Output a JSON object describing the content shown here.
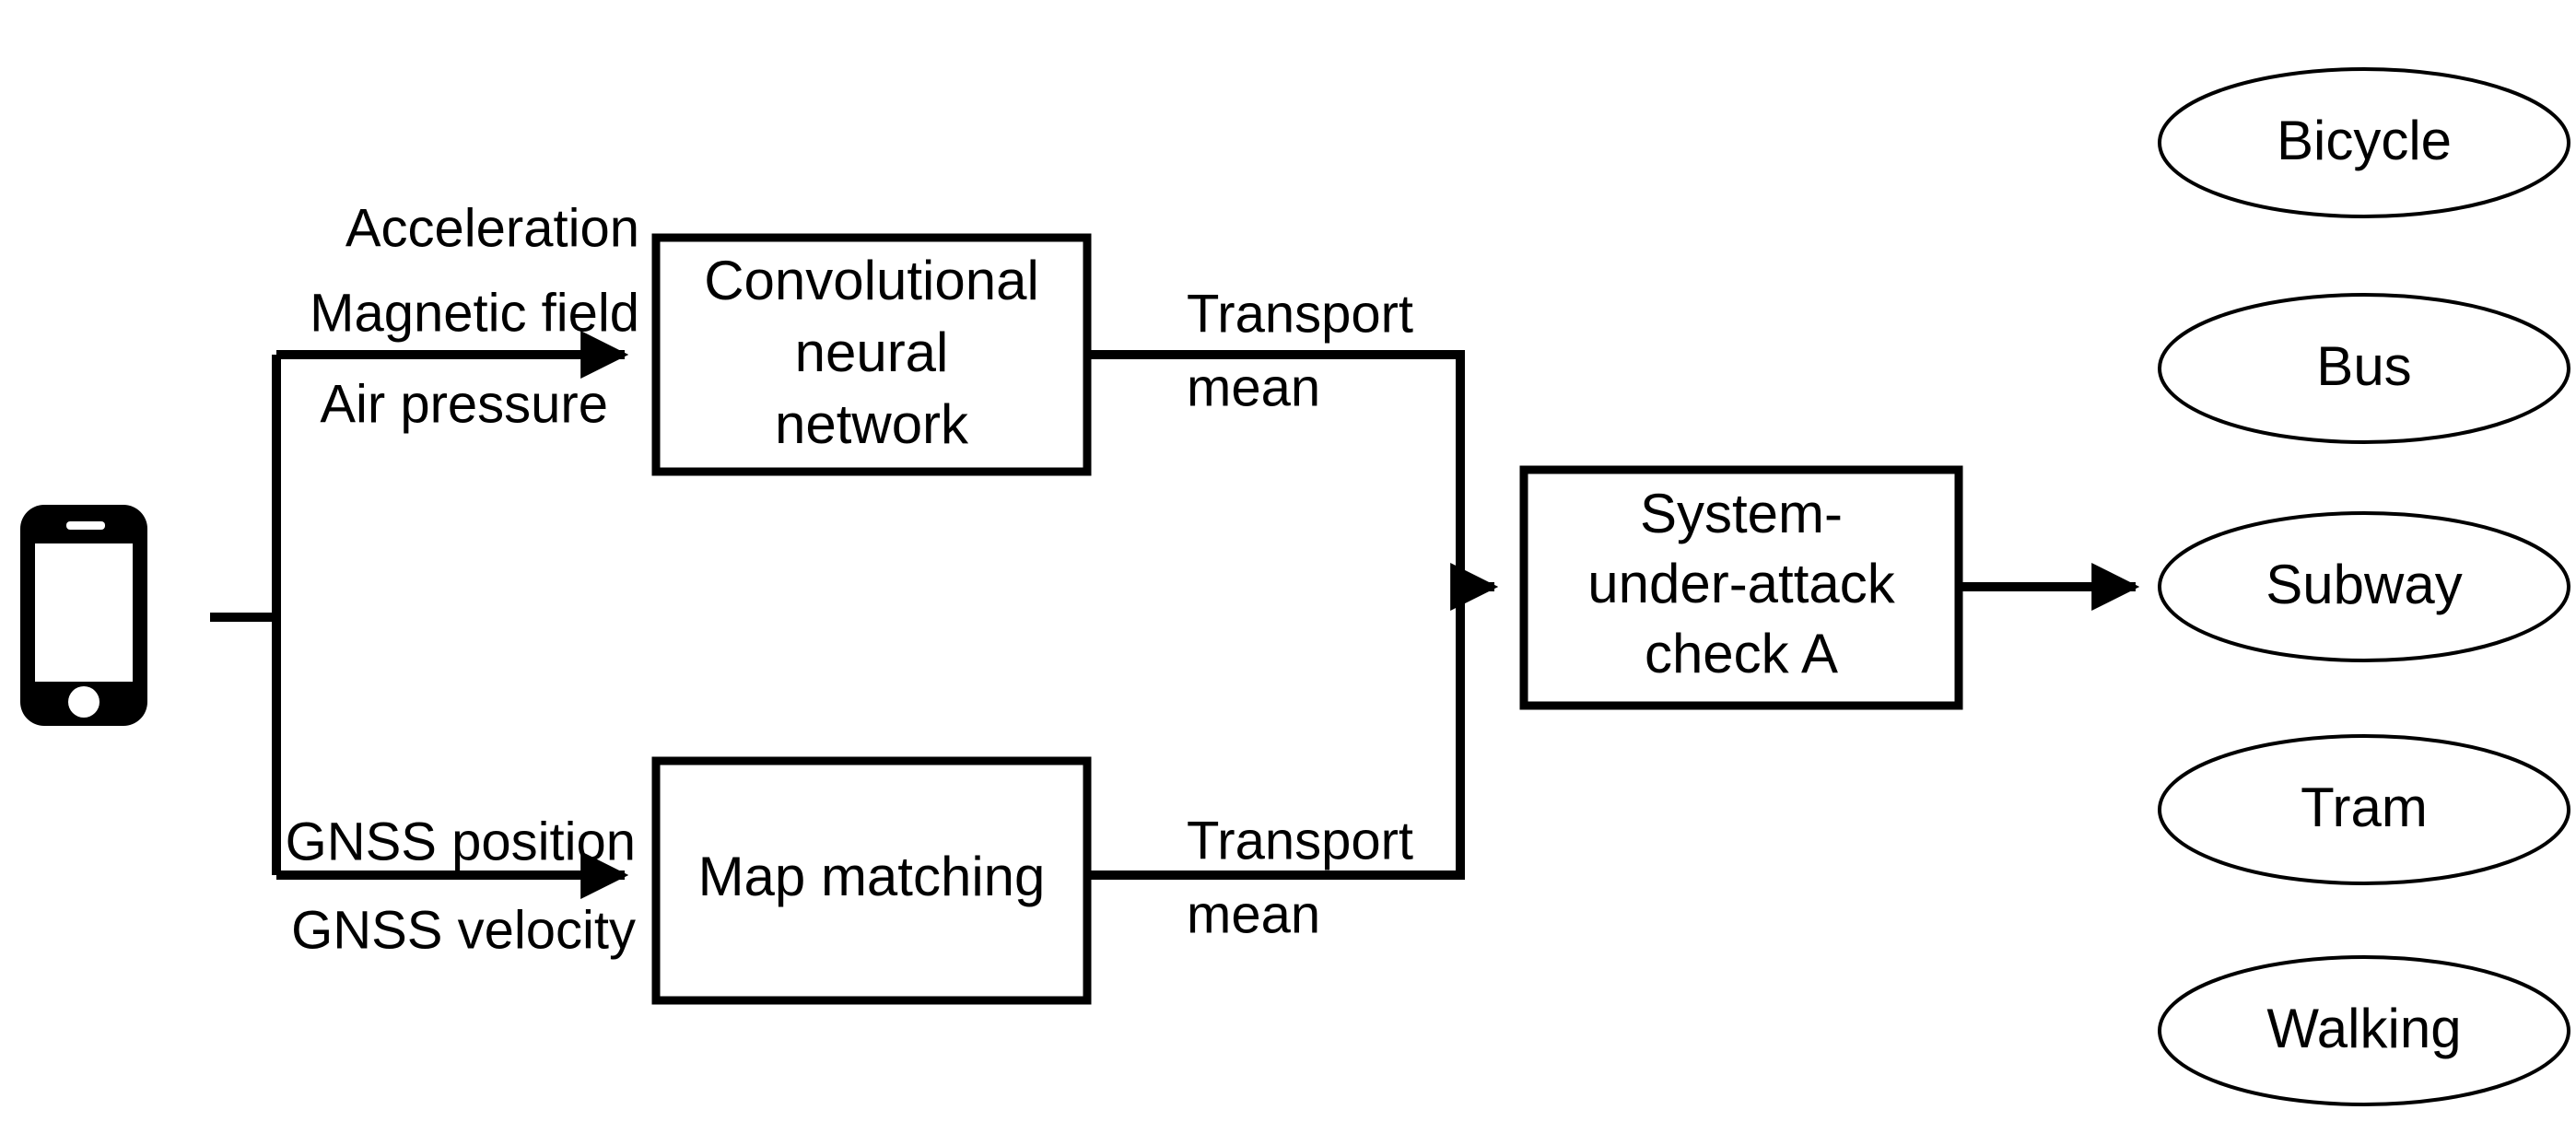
{
  "diagram": {
    "title": "Transport mean detection pipeline with system-under-attack check",
    "source_node": {
      "name": "smartphone",
      "icon": "smartphone-icon"
    },
    "process_boxes": [
      {
        "id": "cnn",
        "lines": [
          "Convolutional",
          "neural",
          "network"
        ]
      },
      {
        "id": "map-matching",
        "lines": [
          "Map matching"
        ]
      },
      {
        "id": "system-check",
        "lines": [
          "System-",
          "under-attack",
          "check A"
        ]
      }
    ],
    "input_labels_top": [
      "Acceleration",
      "Magnetic field",
      "Air pressure"
    ],
    "input_labels_bottom": [
      "GNSS position",
      "GNSS velocity"
    ],
    "edge_labels": [
      {
        "id": "cnn-out",
        "lines": [
          "Transport",
          "mean"
        ]
      },
      {
        "id": "mapmatch-out",
        "lines": [
          "Transport",
          "mean"
        ]
      }
    ],
    "outputs": [
      {
        "id": "bicycle",
        "label": "Bicycle"
      },
      {
        "id": "bus",
        "label": "Bus"
      },
      {
        "id": "subway",
        "label": "Subway"
      },
      {
        "id": "tram",
        "label": "Tram"
      },
      {
        "id": "walking",
        "label": "Walking"
      }
    ],
    "colors": {
      "stroke": "#000000",
      "fill": "#ffffff",
      "background": "#ffffff"
    }
  }
}
